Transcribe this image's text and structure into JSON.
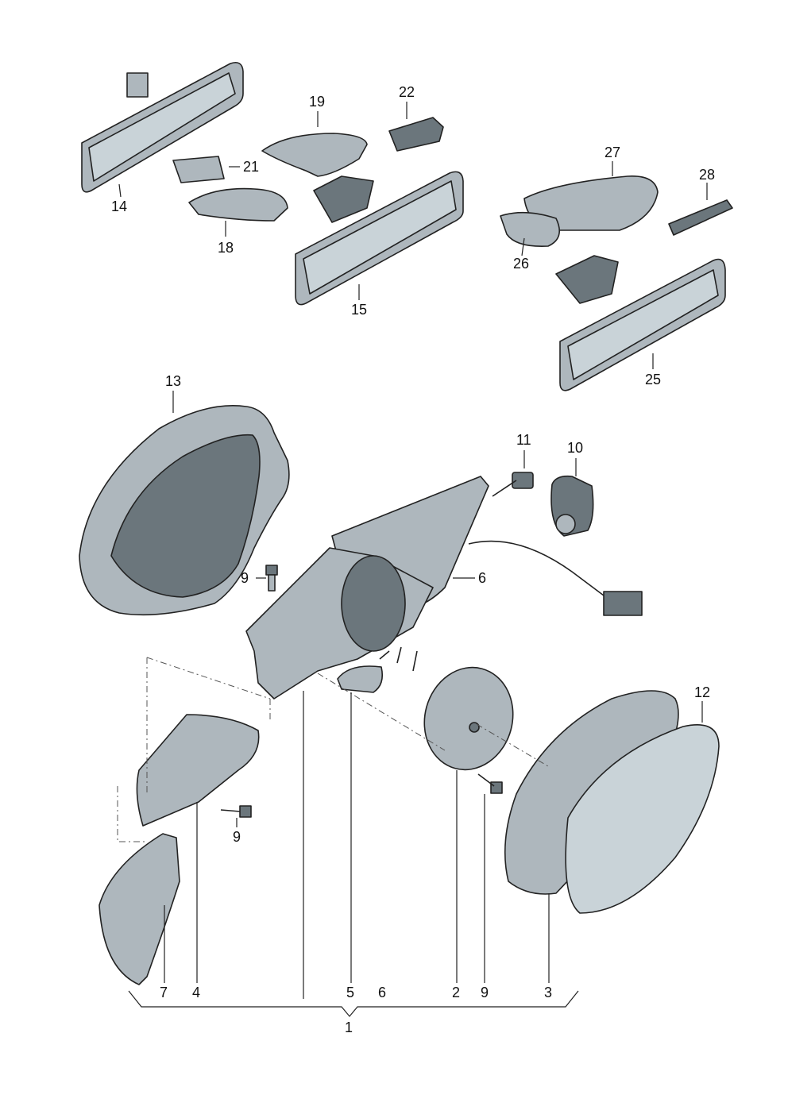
{
  "callouts": [
    {
      "id": "14",
      "text": "14"
    },
    {
      "id": "21",
      "text": "21"
    },
    {
      "id": "19",
      "text": "19"
    },
    {
      "id": "22",
      "text": "22"
    },
    {
      "id": "18",
      "text": "18"
    },
    {
      "id": "15",
      "text": "15"
    },
    {
      "id": "27",
      "text": "27"
    },
    {
      "id": "28",
      "text": "28"
    },
    {
      "id": "26",
      "text": "26"
    },
    {
      "id": "25",
      "text": "25"
    },
    {
      "id": "13",
      "text": "13"
    },
    {
      "id": "11",
      "text": "11"
    },
    {
      "id": "10",
      "text": "10"
    },
    {
      "id": "9a",
      "text": "9"
    },
    {
      "id": "6a",
      "text": "6"
    },
    {
      "id": "12",
      "text": "12"
    },
    {
      "id": "9b",
      "text": "9"
    },
    {
      "id": "7",
      "text": "7"
    },
    {
      "id": "4",
      "text": "4"
    },
    {
      "id": "5",
      "text": "5"
    },
    {
      "id": "6b",
      "text": "6"
    },
    {
      "id": "2",
      "text": "2"
    },
    {
      "id": "9c",
      "text": "9"
    },
    {
      "id": "3",
      "text": "3"
    },
    {
      "id": "1",
      "text": "1"
    }
  ]
}
